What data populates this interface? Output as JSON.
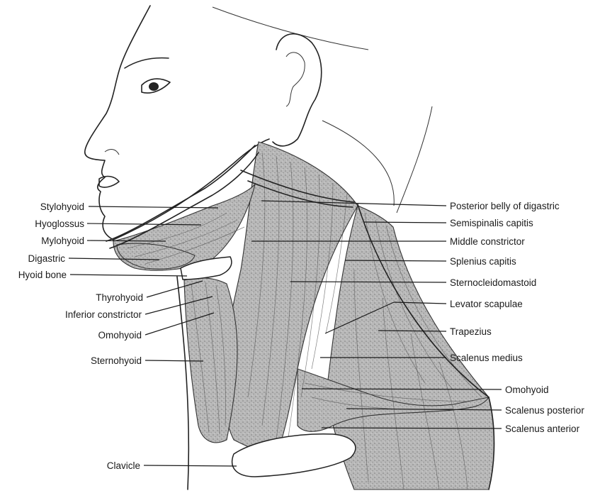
{
  "labels_left": [
    "Stylohyoid",
    "Hyoglossus",
    "Mylohyoid",
    "Digastric",
    "Hyoid bone",
    "Thyrohyoid",
    "Inferior constrictor",
    "Omohyoid",
    "Sternohyoid",
    "Clavicle"
  ],
  "labels_right": [
    "Posterior belly of digastric",
    "Semispinalis capitis",
    "Middle constrictor",
    "Splenius capitis",
    "Sternocleidomastoid",
    "Levator scapulae",
    "Trapezius",
    "Scalenus medius",
    "Omohyoid",
    "Scalenus posterior",
    "Scalenus anterior"
  ]
}
